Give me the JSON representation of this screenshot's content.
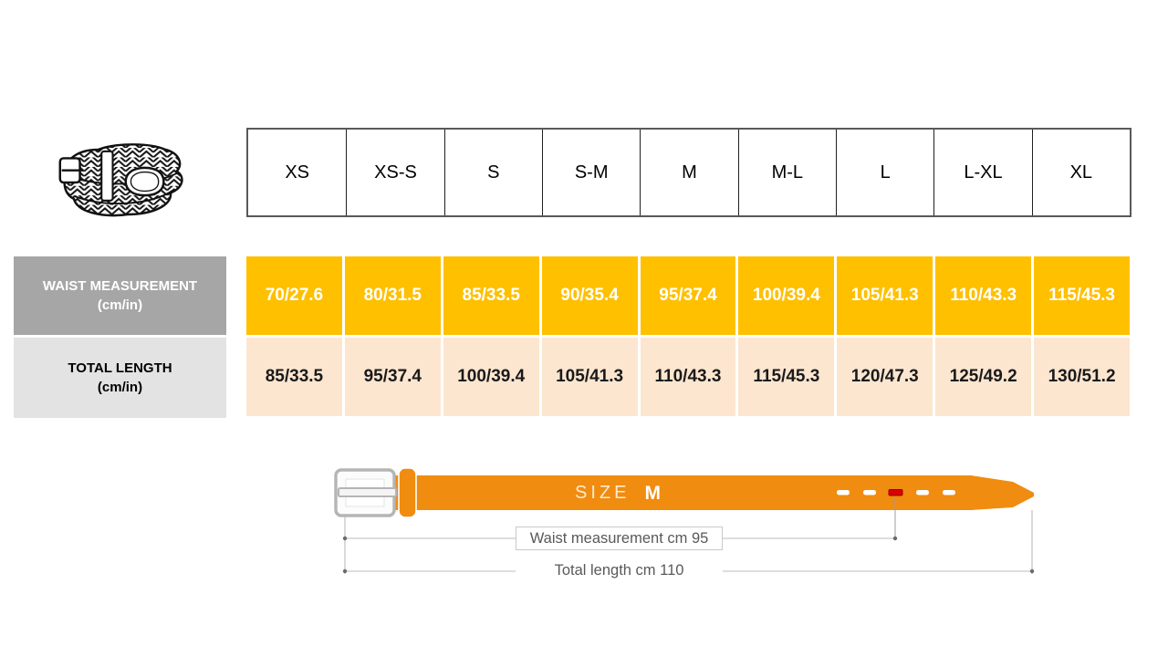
{
  "colors": {
    "gold": "#FFC000",
    "peach": "#FCE6D0",
    "label-gray": "#A6A6A6",
    "label-light": "#E3E3E3",
    "belt-orange": "#F08C10",
    "hole-red": "#D90000",
    "annotation-gray": "#595959",
    "line-gray": "#C9C9C9"
  },
  "size_chart": {
    "sizes": [
      "XS",
      "XS-S",
      "S",
      "S-M",
      "M",
      "M-L",
      "L",
      "L-XL",
      "XL"
    ],
    "waist_row": {
      "label": "WAIST MEASUREMENT",
      "unit": "(cm/in)",
      "values": [
        "70/27.6",
        "80/31.5",
        "85/33.5",
        "90/35.4",
        "95/37.4",
        "100/39.4",
        "105/41.3",
        "110/43.3",
        "115/45.3"
      ]
    },
    "length_row": {
      "label": "TOTAL LENGTH",
      "unit": "(cm/in)",
      "values": [
        "85/33.5",
        "95/37.4",
        "100/39.4",
        "105/41.3",
        "110/43.3",
        "115/45.3",
        "120/47.3",
        "125/49.2",
        "130/51.2"
      ]
    }
  },
  "belt_diagram": {
    "size_label": "SIZE",
    "size_value": "M",
    "waist_annotation": "Waist measurement cm 95",
    "length_annotation": "Total length cm 110"
  },
  "icons": {
    "braided_belt": "braided-belt-illustration",
    "belt_buckle": "belt-buckle-icon",
    "belt_hole_marker": "selected-hole-marker"
  }
}
